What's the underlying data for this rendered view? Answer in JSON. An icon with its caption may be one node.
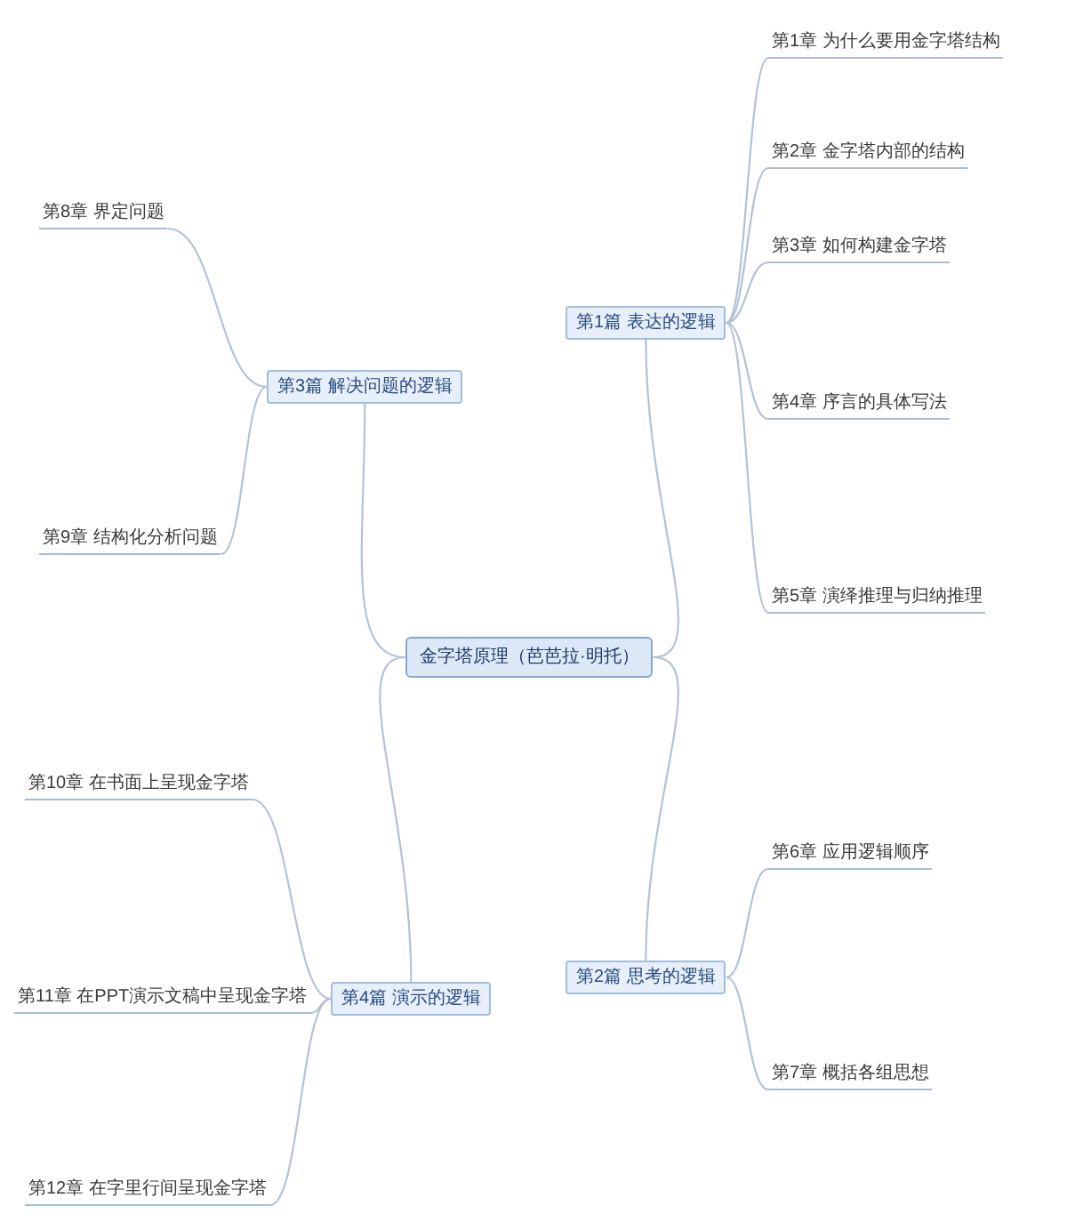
{
  "diagram": {
    "nodes": [
      {
        "text": [
          "金字塔原理（芭芭拉·明托）"
        ]
      },
      {
        "text": [
          "第1篇 表达的逻辑"
        ]
      },
      {
        "text": [
          "第1章 为什么要用金字塔结构"
        ]
      },
      {
        "text": [
          "第2章 金字塔内部的结构"
        ]
      },
      {
        "text": [
          "第3章 如何构建金字塔"
        ]
      },
      {
        "text": [
          "第4章 序言的具体写法"
        ]
      },
      {
        "text": [
          "第5章 演绎推理与归纳推理"
        ]
      },
      {
        "text": [
          "第2篇 思考的逻辑"
        ]
      },
      {
        "text": [
          "第6章 应用逻辑顺序"
        ]
      },
      {
        "text": [
          "第7章 概括各组思想"
        ]
      },
      {
        "text": [
          "第3篇 解决问题的逻辑"
        ]
      },
      {
        "text": [
          "第8章 界定问题"
        ]
      },
      {
        "text": [
          "第9章 结构化分析问题"
        ]
      },
      {
        "text": [
          "第4篇 演示的逻辑"
        ]
      },
      {
        "text": [
          "第10章 在书面上呈现金字塔"
        ]
      },
      {
        "text": [
          "第11章 在PPT演示文稿中呈现金字塔"
        ]
      },
      {
        "text": [
          "第12章 在字里行间呈现金字塔"
        ]
      }
    ],
    "edges": [
      {
        "from": 0,
        "to": 1,
        "arrow": "none"
      },
      {
        "from": 1,
        "to": 2,
        "arrow": "none"
      },
      {
        "from": 1,
        "to": 3,
        "arrow": "none"
      },
      {
        "from": 1,
        "to": 4,
        "arrow": "none"
      },
      {
        "from": 1,
        "to": 5,
        "arrow": "none"
      },
      {
        "from": 1,
        "to": 6,
        "arrow": "none"
      },
      {
        "from": 0,
        "to": 7,
        "arrow": "none"
      },
      {
        "from": 7,
        "to": 8,
        "arrow": "none"
      },
      {
        "from": 7,
        "to": 9,
        "arrow": "none"
      },
      {
        "from": 0,
        "to": 10,
        "arrow": "none"
      },
      {
        "from": 10,
        "to": 11,
        "arrow": "none"
      },
      {
        "from": 10,
        "to": 12,
        "arrow": "none"
      },
      {
        "from": 0,
        "to": 13,
        "arrow": "none"
      },
      {
        "from": 13,
        "to": 14,
        "arrow": "none"
      },
      {
        "from": 13,
        "to": 15,
        "arrow": "none"
      },
      {
        "from": 13,
        "to": 16,
        "arrow": "none"
      }
    ]
  }
}
